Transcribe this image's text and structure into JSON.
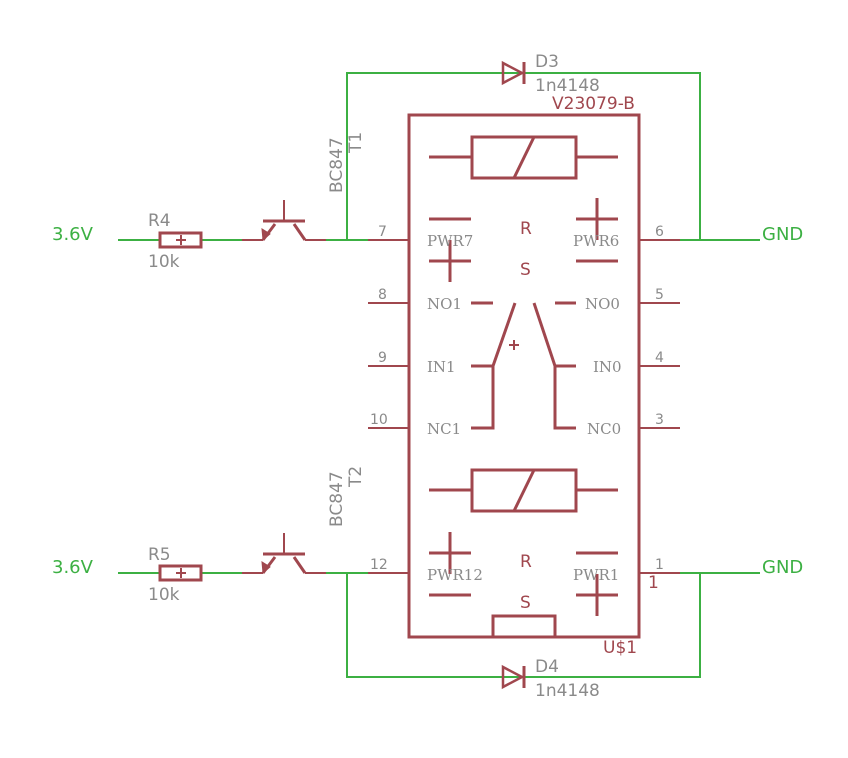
{
  "relay": {
    "name": "U$1",
    "value": "V23079-B",
    "coil_set": "S",
    "coil_reset": "R",
    "pin1_marker": "1"
  },
  "pins": {
    "p7": {
      "num": "7",
      "name": "PWR7"
    },
    "p6": {
      "num": "6",
      "name": "PWR6"
    },
    "p8": {
      "num": "8",
      "name": "NO1"
    },
    "p5": {
      "num": "5",
      "name": "NO0"
    },
    "p9": {
      "num": "9",
      "name": "IN1"
    },
    "p4": {
      "num": "4",
      "name": "IN0"
    },
    "p10": {
      "num": "10",
      "name": "NC1"
    },
    "p3": {
      "num": "3",
      "name": "NC0"
    },
    "p12": {
      "num": "12",
      "name": "PWR12"
    },
    "p1": {
      "num": "1",
      "name": "PWR1"
    }
  },
  "diodes": {
    "d3": {
      "name": "D3",
      "value": "1n4148"
    },
    "d4": {
      "name": "D4",
      "value": "1n4148"
    }
  },
  "transistors": {
    "t1": {
      "name": "T1",
      "value": "BC847"
    },
    "t2": {
      "name": "T2",
      "value": "BC847"
    }
  },
  "resistors": {
    "r4": {
      "name": "R4",
      "value": "10k"
    },
    "r5": {
      "name": "R5",
      "value": "10k"
    }
  },
  "nets": {
    "vcc_top": "3.6V",
    "vcc_bottom": "3.6V",
    "gnd_top": "GND",
    "gnd_bottom": "GND"
  },
  "colors": {
    "component": "#a0474e",
    "wire": "#3cb043",
    "pin_text": "#8a8a8a"
  }
}
